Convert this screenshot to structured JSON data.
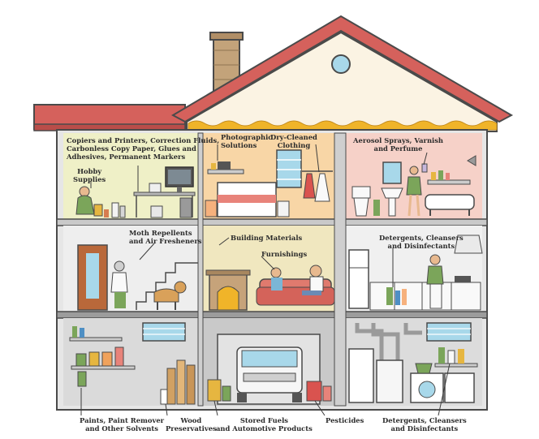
{
  "labels": {
    "copiers": [
      "Copiers and Printers, Correction Fluids,",
      "Carbonless Copy Paper, Glues and",
      "Adhesives, Permanent Markers"
    ],
    "hobby": [
      "Hobby",
      "Supplies"
    ],
    "photographic": [
      "Photographic",
      "Solutions"
    ],
    "dry_cleaned": [
      "Dry-Cleaned",
      "Clothing"
    ],
    "aerosol": [
      "Aerosol Sprays, Varnish",
      "and Perfume"
    ],
    "moth": [
      "Moth Repellents",
      "and Air Fresheners"
    ],
    "building": [
      "Building Materials"
    ],
    "furnishings": [
      "Furnishings"
    ],
    "detergents_kitchen": [
      "Detergents, Cleansers",
      "and Disinfectants"
    ],
    "paints": [
      "Paints, Paint Remover",
      "and Other Solvents"
    ],
    "wood": [
      "Wood",
      "Preservatives"
    ],
    "fuels": [
      "Stored Fuels",
      "and Automotive Products"
    ],
    "pesticides": [
      "Pesticides"
    ],
    "detergents_basement": [
      "Detergents, Cleansers",
      "and Disinfectants"
    ]
  },
  "colors": {
    "roof": "#d5615c",
    "wall_outline": "#4a4a4a",
    "attic": "#fbf3e3",
    "office": "#eff0c7",
    "bedroom": "#f8d6a6",
    "bathroom": "#f6d1c8",
    "hall": "#eeeeee",
    "living": "#f0e7bf",
    "kitchen": "#f0f0f0",
    "basement_left": "#dadada",
    "garage": "#c9c9c9",
    "basement_right": "#dcdcdc",
    "floor_slab": "#9c9c9c",
    "chimney": "#c3a37a",
    "window_blue": "#a8d8ea"
  }
}
